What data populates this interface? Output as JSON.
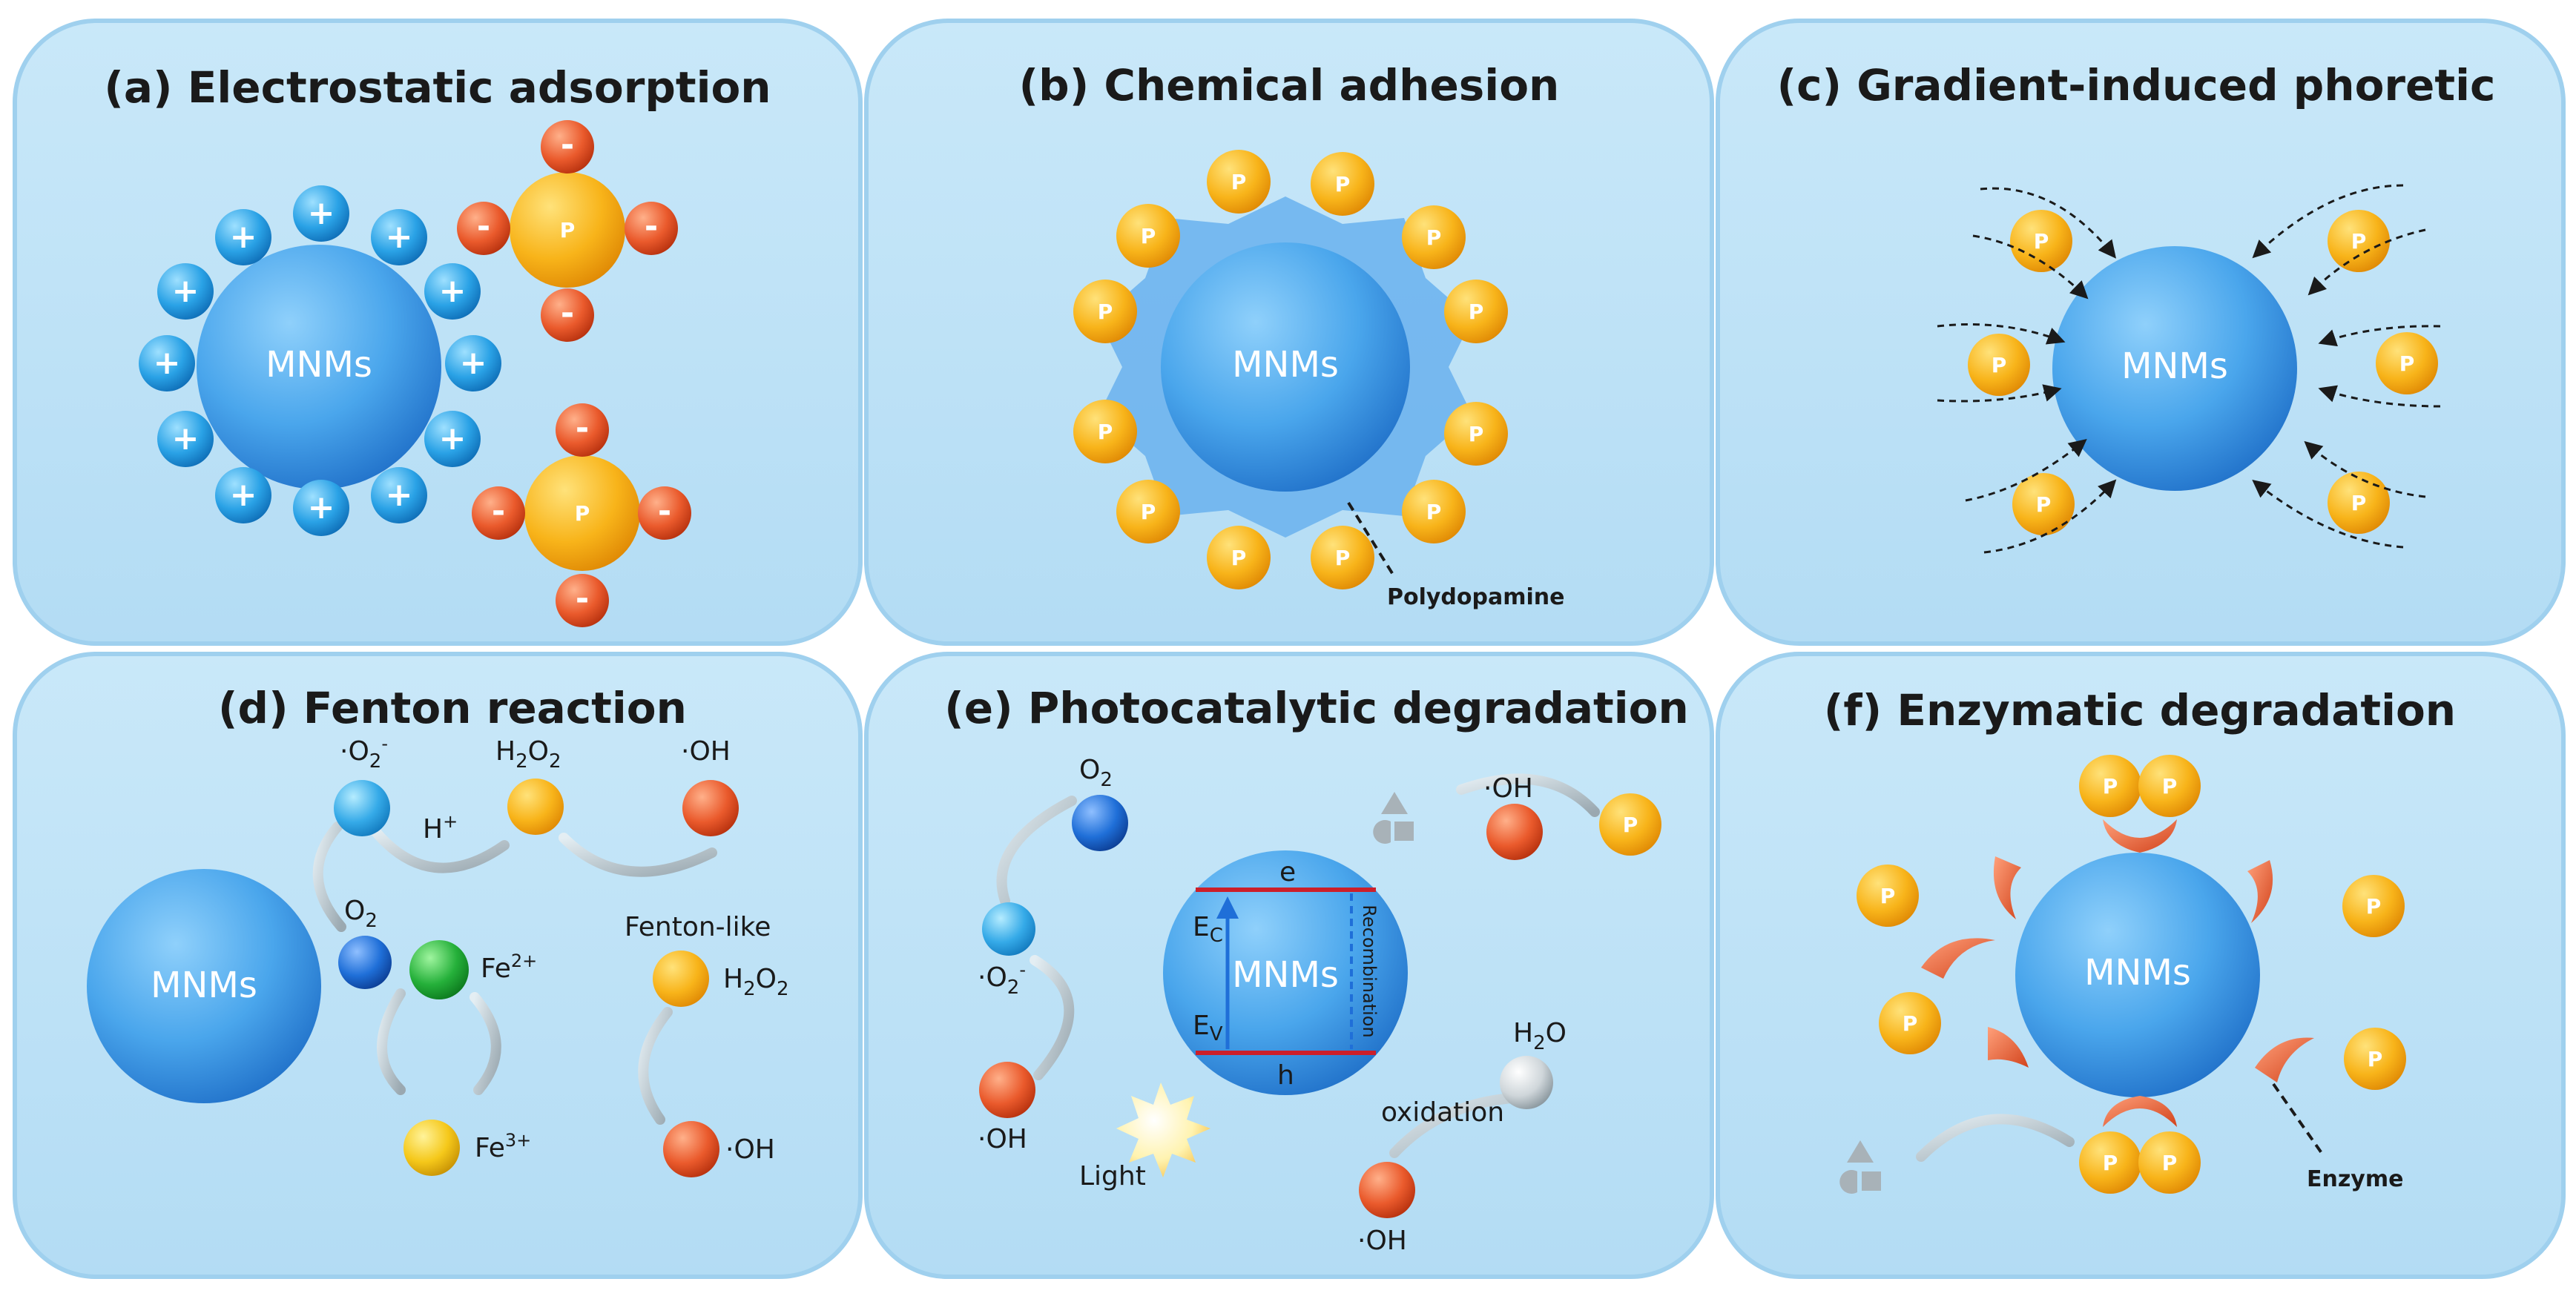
{
  "panels": {
    "a": {
      "title": "(a) Electrostatic adsorption",
      "sphere": "MNMs",
      "plus": "+",
      "minus": "-",
      "particle": "P"
    },
    "b": {
      "title": "(b) Chemical adhesion",
      "sphere": "MNMs",
      "particle": "P",
      "label": "Polydopamine"
    },
    "c": {
      "title": "(c) Gradient-induced phoretic",
      "sphere": "MNMs",
      "particle": "P"
    },
    "d": {
      "title": "(d) Fenton reaction",
      "sphere": "MNMs",
      "superoxide": "·O",
      "superoxide_sub": "2",
      "superoxide_sup": "-",
      "h2o2_a": "H",
      "h2o2_b": "2",
      "h2o2_c": "O",
      "h2o2_d": "2",
      "oh": "·OH",
      "hplus": "H",
      "hplus_sup": "+",
      "o2": "O",
      "o2_sub": "2",
      "fe2": "Fe",
      "fe2_sup": "2+",
      "fe3": "Fe",
      "fe3_sup": "3+",
      "fenton_like": "Fenton-like"
    },
    "e": {
      "title": "(e) Photocatalytic degradation",
      "sphere": "MNMs",
      "o2": "O",
      "o2_sub": "2",
      "superoxide": "·O",
      "superoxide_sub": "2",
      "superoxide_sup": "-",
      "oh": "·OH",
      "light": "Light",
      "e": "e",
      "h": "h",
      "ec": "E",
      "ec_sub": "C",
      "ev": "E",
      "ev_sub": "V",
      "recombination": "Recombination",
      "h2o_a": "H",
      "h2o_b": "2",
      "h2o_c": "O",
      "oxidation": "oxidation",
      "particle": "P"
    },
    "f": {
      "title": "(f) Enzymatic degradation",
      "sphere": "MNMs",
      "particle": "P",
      "label": "Enzyme"
    }
  },
  "colors": {
    "panel_bg": "#bfe3f7",
    "panel_edge": "#9fd0ee",
    "sphere": "#3f9fe8",
    "particle": "#f7b21a",
    "plus_ion": "#2a9fe0",
    "minus_ion": "#e2502a",
    "band_line": "#cc1f2a",
    "o2": "#1f6fd8",
    "fe2": "#25b03a",
    "enzyme": "#e8603a"
  }
}
